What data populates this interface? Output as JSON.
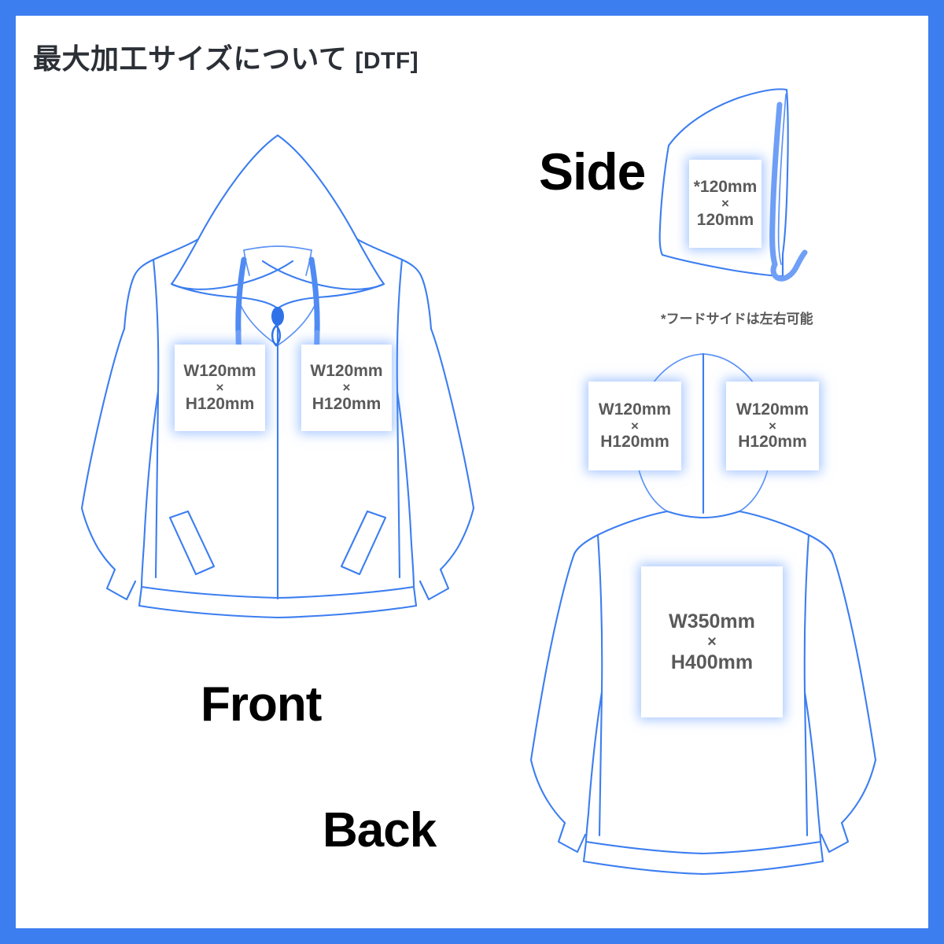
{
  "page": {
    "title": "最大加工サイズについて",
    "title_tag": "[DTF]",
    "border_color": "#3c7ef0",
    "art_color": "#3c7ef0",
    "area_text_color": "#5a5a5a",
    "background": "#ffffff"
  },
  "views": {
    "front": {
      "label": "Front"
    },
    "back": {
      "label": "Back"
    },
    "side": {
      "label": "Side",
      "note": "*フードサイドは左右可能"
    }
  },
  "print_areas": {
    "front_left_chest": {
      "width": "W120mm",
      "sep": "×",
      "height": "H120mm"
    },
    "front_right_chest": {
      "width": "W120mm",
      "sep": "×",
      "height": "H120mm"
    },
    "side_hood": {
      "width": "*120mm",
      "sep": "×",
      "height": "120mm"
    },
    "back_hood_left": {
      "width": "W120mm",
      "sep": "×",
      "height": "H120mm"
    },
    "back_hood_right": {
      "width": "W120mm",
      "sep": "×",
      "height": "H120mm"
    },
    "back_body": {
      "width": "W350mm",
      "sep": "×",
      "height": "H400mm"
    }
  },
  "icons": {
    "front_garment": "zip-hoodie-front-icon",
    "back_garment": "zip-hoodie-back-icon",
    "side_garment": "hood-side-profile-icon"
  }
}
